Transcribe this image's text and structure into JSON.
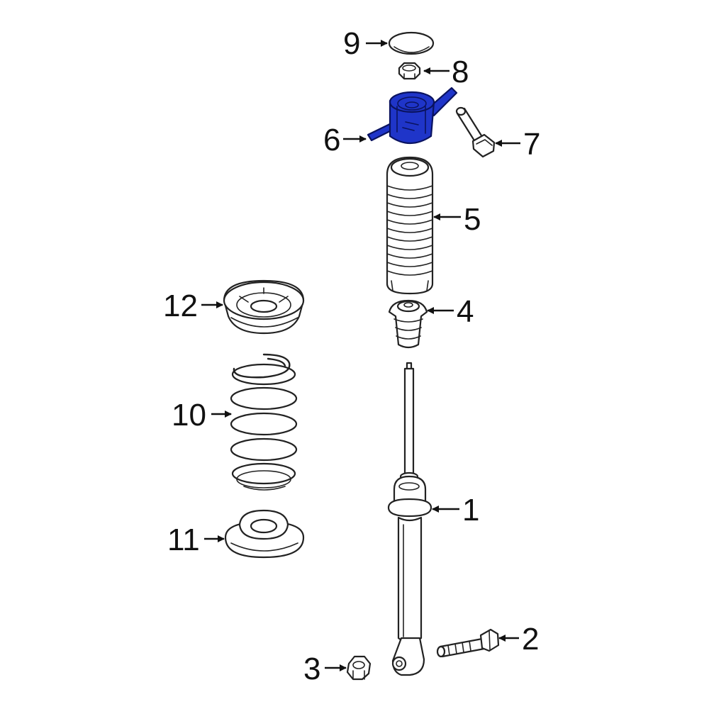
{
  "colors": {
    "highlight": "#1f35c9",
    "outline": "#222222",
    "background": "#ffffff"
  },
  "callouts": [
    {
      "id": "1",
      "label": "1"
    },
    {
      "id": "2",
      "label": "2"
    },
    {
      "id": "3",
      "label": "3"
    },
    {
      "id": "4",
      "label": "4"
    },
    {
      "id": "5",
      "label": "5"
    },
    {
      "id": "6",
      "label": "6"
    },
    {
      "id": "7",
      "label": "7"
    },
    {
      "id": "8",
      "label": "8"
    },
    {
      "id": "9",
      "label": "9"
    },
    {
      "id": "10",
      "label": "10"
    },
    {
      "id": "11",
      "label": "11"
    },
    {
      "id": "12",
      "label": "12"
    }
  ],
  "highlighted_part": "6"
}
